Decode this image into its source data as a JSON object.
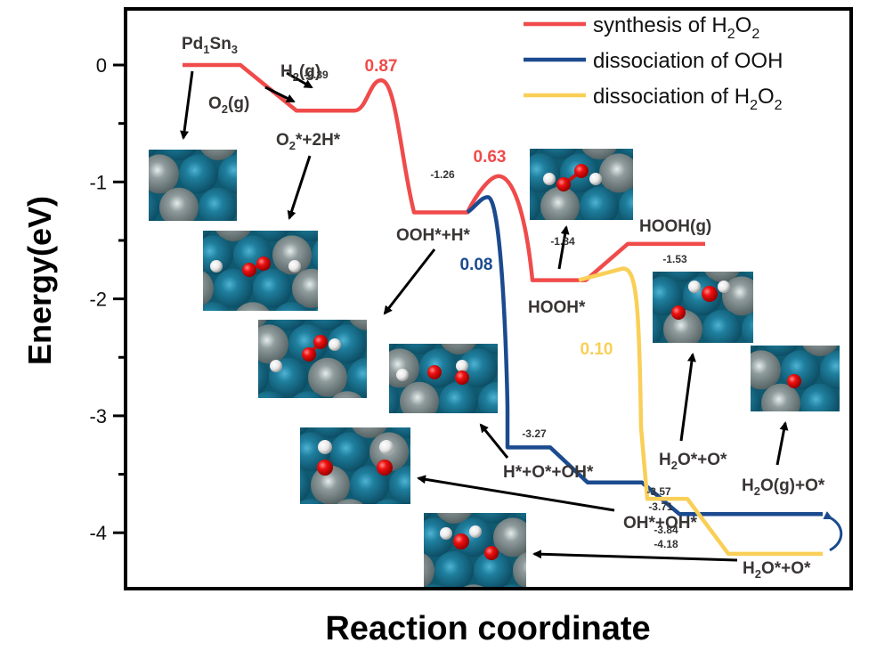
{
  "chart_data": {
    "type": "line",
    "subtype": "reaction-energy-profile",
    "title": "",
    "xlabel": "Reaction coordinate",
    "ylabel": "Energy(eV)",
    "ylim": [
      -4.5,
      0.5
    ],
    "yticks": [
      0,
      -1,
      -2,
      -3,
      -4
    ],
    "ytick_labels": [
      "0",
      "-1",
      "-2",
      "-3",
      "-4"
    ],
    "minor_ticks": true,
    "grid": false,
    "legend_position": "top-right",
    "colors": {
      "synthesis": "#f04b4b",
      "ooh": "#1b4a8f",
      "h2o2": "#f9cf57",
      "text": "#3a3535",
      "arrow": "#000000"
    },
    "series": [
      {
        "name": "synthesis of H2O2",
        "legend_main": "synthesis of H",
        "legend_sub1": "2",
        "legend_mid": "O",
        "legend_sub2": "2",
        "color_key": "synthesis",
        "levels": [
          {
            "state": "Pd1Sn3",
            "energy": 0.0
          },
          {
            "state": "O2*+2H*",
            "energy": -0.39
          },
          {
            "state": "OOH*+H*",
            "energy": -1.26
          },
          {
            "state": "HOOH*",
            "energy": -1.84
          },
          {
            "state": "HOOH(g)",
            "energy": -1.53
          }
        ],
        "barriers": [
          {
            "from": "O2*+2H*",
            "to": "OOH*+H*",
            "ts_energy": -0.13,
            "label": "0.87"
          },
          {
            "from": "OOH*+H*",
            "to": "HOOH*",
            "ts_energy": -0.95,
            "label": "0.63"
          }
        ]
      },
      {
        "name": "dissociation of OOH",
        "legend_main": "dissociation of OOH",
        "color_key": "ooh",
        "levels": [
          {
            "state": "OOH*+H*",
            "energy": -1.26
          },
          {
            "state": "H*+O*+OH*",
            "energy": -3.27
          },
          {
            "state": "H2O*+O*",
            "energy": -3.57
          },
          {
            "state": "H2O(g)+O*",
            "energy": -3.84
          }
        ],
        "barriers": [
          {
            "from": "OOH*+H*",
            "to": "H*+O*+OH*",
            "ts_energy": -1.13,
            "label": "0.08"
          }
        ]
      },
      {
        "name": "dissociation of H2O2",
        "legend_main": "dissociation of H",
        "legend_sub1": "2",
        "legend_mid": "O",
        "legend_sub2": "2",
        "color_key": "h2o2",
        "levels": [
          {
            "state": "HOOH*",
            "energy": -1.84
          },
          {
            "state": "OH*+OH*",
            "energy": -3.71
          },
          {
            "state": "H2O*+O*",
            "energy": -4.18
          }
        ],
        "barriers": [
          {
            "from": "HOOH*",
            "to": "OH*+OH*",
            "ts_energy": -1.74,
            "label": "0.10"
          }
        ]
      }
    ],
    "value_labels": [
      "-0.39",
      "-1.26",
      "-1.84",
      "-1.53",
      "-3.27",
      "-3.57",
      "-3.71",
      "-3.84",
      "-4.18"
    ],
    "state_labels": {
      "pd1sn3": {
        "main": "Pd",
        "s1": "1",
        "mid": "Sn",
        "s2": "3"
      },
      "h2g": {
        "main": "H",
        "s1": "2",
        "mid": "(g)"
      },
      "o2g": {
        "main": "O",
        "s1": "2",
        "mid": "(g)"
      },
      "o2_2h": {
        "main": "O",
        "s1": "2",
        "mid": "*+2H*"
      },
      "ooh_h": {
        "main": "OOH*+H*"
      },
      "hooh_ads": {
        "main": "HOOH*"
      },
      "hooh_g": {
        "main": "HOOH(g)"
      },
      "h_o_oh": {
        "main": "H*+O*+OH*"
      },
      "oh_oh": {
        "main": "OH*+OH*"
      },
      "h2o_o_mid": {
        "main": "H",
        "s1": "2",
        "mid": "O*+O*"
      },
      "h2og_o": {
        "main": "H",
        "s1": "2",
        "mid": "O(g)+O*"
      },
      "h2o_o_bottom": {
        "main": "H",
        "s1": "2",
        "mid": "O*+O*"
      }
    },
    "structure_insets": [
      {
        "id": "pd1sn3-surface",
        "atoms": "Pd/Sn surface"
      },
      {
        "id": "o2-2h-adsorbed",
        "atoms": "O2 + 2H"
      },
      {
        "id": "ooh-h-adsorbed",
        "atoms": "OOH + H"
      },
      {
        "id": "hooh-adsorbed",
        "atoms": "HOOH"
      },
      {
        "id": "h-o-oh-adsorbed",
        "atoms": "H + O + OH"
      },
      {
        "id": "oh-oh-adsorbed",
        "atoms": "OH + OH"
      },
      {
        "id": "h2o-o-adsorbed-a",
        "atoms": "H2O + O"
      },
      {
        "id": "h2o-o-adsorbed-b",
        "atoms": "H2O + O"
      },
      {
        "id": "o-adsorbed",
        "atoms": "O"
      }
    ]
  }
}
